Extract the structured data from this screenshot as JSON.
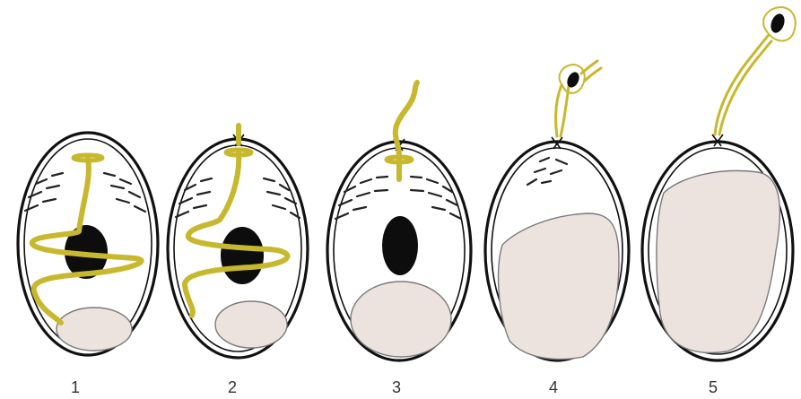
{
  "colors": {
    "filament": "#c8b82e",
    "vacuole": "#ece3de",
    "vacuole_stroke": "#7a7a7a",
    "nucleus": "#0d0d0d",
    "wall": "#111111",
    "label": "#333333"
  },
  "stages": [
    {
      "label": "1"
    },
    {
      "label": "2"
    },
    {
      "label": "3"
    },
    {
      "label": "4"
    },
    {
      "label": "5"
    }
  ]
}
